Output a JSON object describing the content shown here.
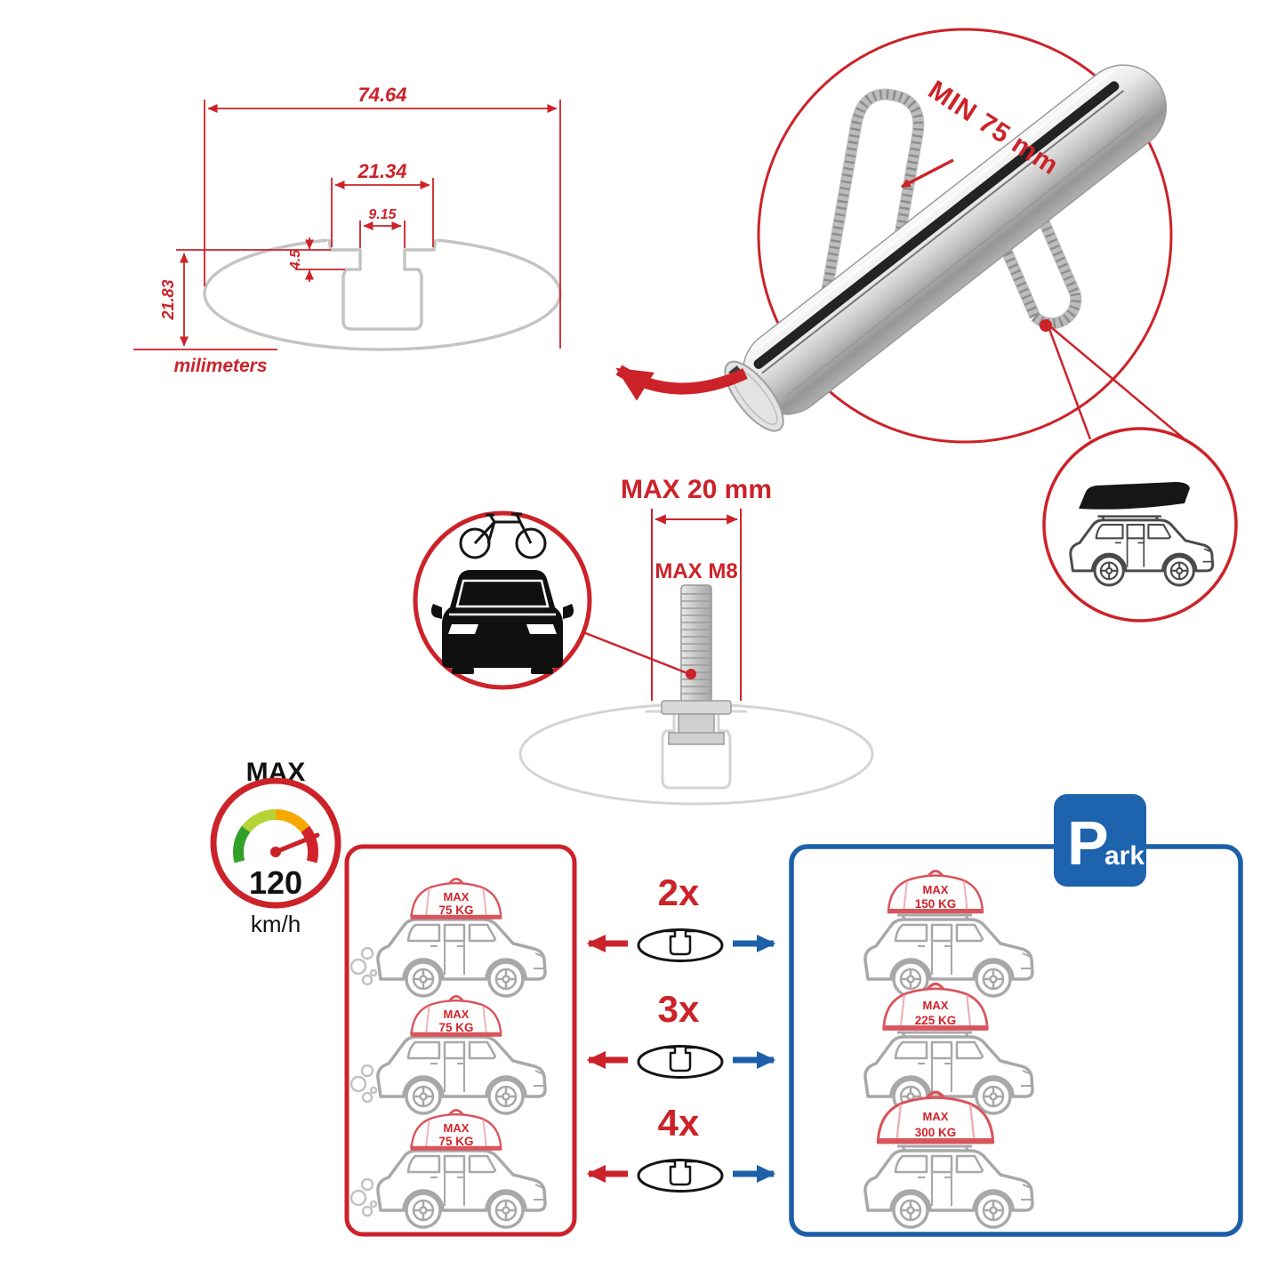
{
  "colors": {
    "accent_red": "#cc2229",
    "accent_blue": "#1d5fa8",
    "line_gray": "#c4c4c4",
    "aluminum_silver": "#c6c6c6"
  },
  "cross_section": {
    "total_width": "74.64",
    "channel_width": "21.34",
    "slot_width": "9.15",
    "lip_depth": "4.5",
    "total_height": "21.83",
    "unit": "milimeters"
  },
  "bar_detail": {
    "min_span": "MIN 75 mm"
  },
  "bolt": {
    "max_length": "MAX 20 mm",
    "max_thread": "MAX M8"
  },
  "speed": {
    "label": "MAX",
    "value": "120",
    "unit": "km/h"
  },
  "left_panel": {
    "cars": [
      {
        "max": "MAX",
        "weight": "75 KG"
      },
      {
        "max": "MAX",
        "weight": "75 KG"
      },
      {
        "max": "MAX",
        "weight": "75 KG"
      }
    ]
  },
  "right_panel": {
    "cars": [
      {
        "max": "MAX",
        "weight": "150 KG"
      },
      {
        "max": "MAX",
        "weight": "225 KG"
      },
      {
        "max": "MAX",
        "weight": "300 KG"
      }
    ]
  },
  "park": {
    "p": "P",
    "ark": "ark"
  },
  "multipliers": [
    {
      "label": "2x"
    },
    {
      "label": "3x"
    },
    {
      "label": "4x"
    }
  ],
  "icons": [
    "speedometer-gauge-icon",
    "parking-sign-icon",
    "bike-on-car-icon",
    "roof-box-car-icon",
    "crossbar-profile-icon",
    "u-bolt-clamp-icon",
    "cargo-bag-icon",
    "exhaust-smoke-icon"
  ]
}
